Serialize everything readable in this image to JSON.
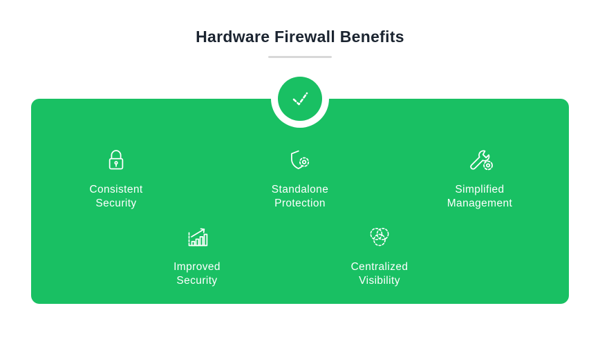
{
  "title": "Hardware Firewall Benefits",
  "colors": {
    "panel_green": "#19C063",
    "title_text": "#1b2430",
    "divider_gray": "#d8d8d8",
    "item_text": "#ffffff",
    "badge_ring": "#ffffff"
  },
  "badge": {
    "icon": "check-icon"
  },
  "benefits": {
    "items": [
      {
        "icon": "lock-icon",
        "label1": "Consistent",
        "label2": "Security"
      },
      {
        "icon": "shield-gear-icon",
        "label1": "Standalone",
        "label2": "Protection"
      },
      {
        "icon": "wrench-gear-icon",
        "label1": "Simplified",
        "label2": "Management"
      },
      {
        "icon": "bar-chart-icon",
        "label1": "Improved",
        "label2": "Security"
      },
      {
        "icon": "venn-diagram-icon",
        "label1": "Centralized",
        "label2": "Visibility"
      }
    ]
  }
}
